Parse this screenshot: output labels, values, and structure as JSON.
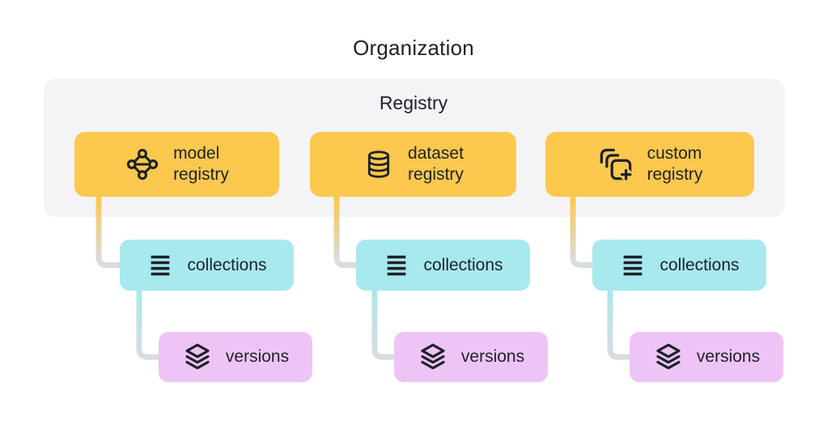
{
  "title": "Organization",
  "registry": {
    "label": "Registry"
  },
  "columns": [
    {
      "registry_box": {
        "line1": "model",
        "line2": "registry",
        "icon": "model-registry-icon"
      },
      "collections_label": "collections",
      "collections_icon": "list-icon",
      "versions_label": "versions",
      "versions_icon": "layers-stack-icon"
    },
    {
      "registry_box": {
        "line1": "dataset",
        "line2": "registry",
        "icon": "database-icon"
      },
      "collections_label": "collections",
      "collections_icon": "list-icon",
      "versions_label": "versions",
      "versions_icon": "layers-stack-icon"
    },
    {
      "registry_box": {
        "line1": "custom",
        "line2": "registry",
        "icon": "copies-plus-icon"
      },
      "collections_label": "collections",
      "collections_icon": "list-icon",
      "versions_label": "versions",
      "versions_icon": "layers-stack-icon"
    }
  ],
  "colors": {
    "gold": "#FCC84E",
    "teal": "#A7E9EE",
    "lavender": "#EEC4F6",
    "container": "#F4F4F6",
    "connector_gray": "#D9DCE0",
    "ink": "#1D2228",
    "background": "#FFFFFF"
  }
}
